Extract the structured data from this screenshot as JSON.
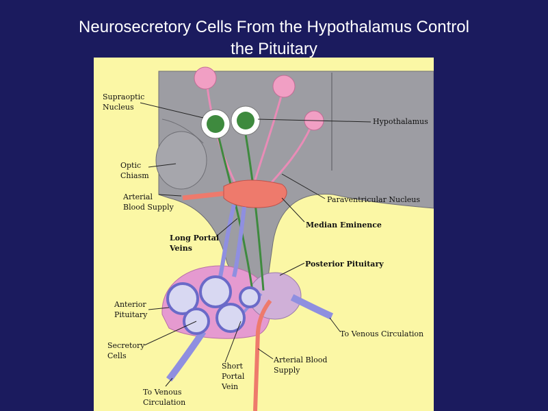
{
  "slide": {
    "title_line1": "Neurosecretory Cells From the Hypothalamus Control",
    "title_line2": "the Pituitary"
  },
  "diagram": {
    "labels": {
      "supraoptic_1": "Supraoptic",
      "supraoptic_2": "Nucleus",
      "hypothalamus": "Hypothalamus",
      "optic_1": "Optic",
      "optic_2": "Chiasm",
      "arterial_1": "Arterial",
      "arterial_2": "Blood Supply",
      "paraventricular": "Paraventricular Nucleus",
      "median": "Median Eminence",
      "long_portal_1": "Long Portal",
      "long_portal_2": "Veins",
      "posterior": "Posterior Pituitary",
      "anterior_1": "Anterior",
      "anterior_2": "Pituitary",
      "venous_right": "To Venous Circulation",
      "secretory_1": "Secretory",
      "secretory_2": "Cells",
      "short_portal_1": "Short",
      "short_portal_2": "Portal",
      "short_portal_3": "Vein",
      "arterial_blood_1": "Arterial Blood",
      "arterial_blood_2": "Supply",
      "venous_left_1": "To Venous",
      "venous_left_2": "Circulation"
    },
    "colors": {
      "panel_bg": "#fbf7a5",
      "hypothalamus_gray": "#9d9da3",
      "pituitary_pink": "#e59ad0",
      "vessel_blue": "#8f8fe0",
      "artery_red": "#ee7a6c",
      "neuron_pink": "#f19fc4",
      "neuron_green": "#3e8a3e"
    }
  }
}
